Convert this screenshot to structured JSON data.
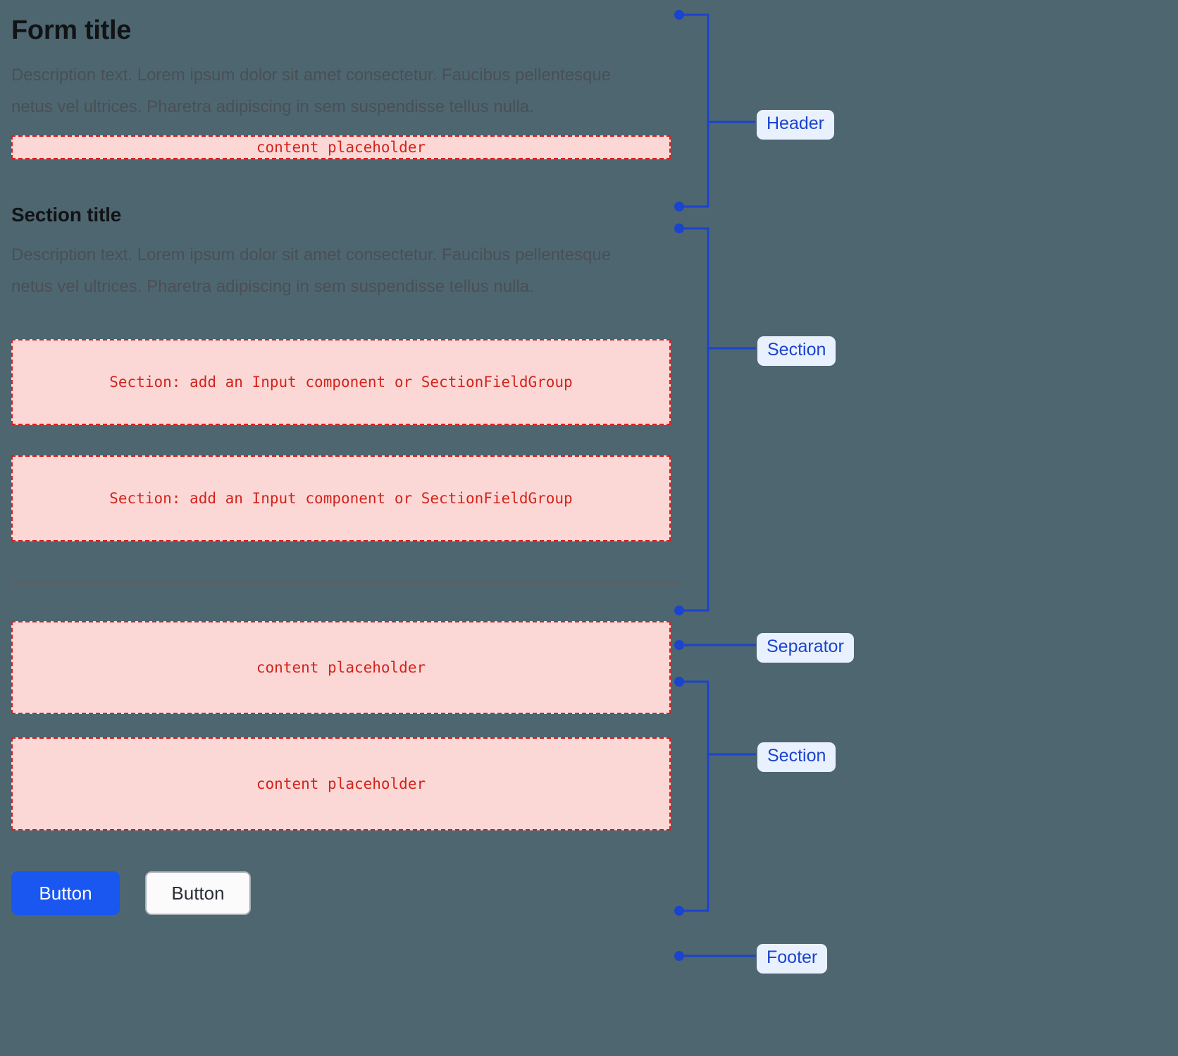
{
  "form": {
    "title": "Form title",
    "description": "Description text. Lorem ipsum dolor sit amet consectetur. Faucibus pellentesque netus vel ultrices. Pharetra adipiscing in sem suspendisse tellus nulla.",
    "header_placeholder": "content placeholder",
    "section": {
      "title": "Section title",
      "description": "Description text. Lorem ipsum dolor sit amet consectetur. Faucibus pellentesque netus vel ultrices. Pharetra adipiscing in sem suspendisse tellus nulla.",
      "field_placeholder_1": "Section: add an Input component or SectionFieldGroup",
      "field_placeholder_2": "Section: add an Input component or SectionFieldGroup"
    },
    "section_two": {
      "content_placeholder_1": "content placeholder",
      "content_placeholder_2": "content placeholder"
    },
    "footer": {
      "primary_button": "Button",
      "secondary_button": "Button"
    }
  },
  "annotations": [
    {
      "label": "Header",
      "kind": "bracket"
    },
    {
      "label": "Section",
      "kind": "bracket"
    },
    {
      "label": "Separator",
      "kind": "line"
    },
    {
      "label": "Section",
      "kind": "bracket"
    },
    {
      "label": "Footer",
      "kind": "line"
    }
  ],
  "colors": {
    "background": "#4e6670",
    "annotation_blue": "#1a44ce",
    "badge_background": "#eaf1fe",
    "placeholder_border": "#d81f1f",
    "placeholder_fill": "#fbd8d6",
    "placeholder_text": "#d3231c",
    "primary_button": "#1a56f0",
    "heading_text": "#111316",
    "description_text": "#4a4f55",
    "separator_line": "#5d5f63"
  }
}
